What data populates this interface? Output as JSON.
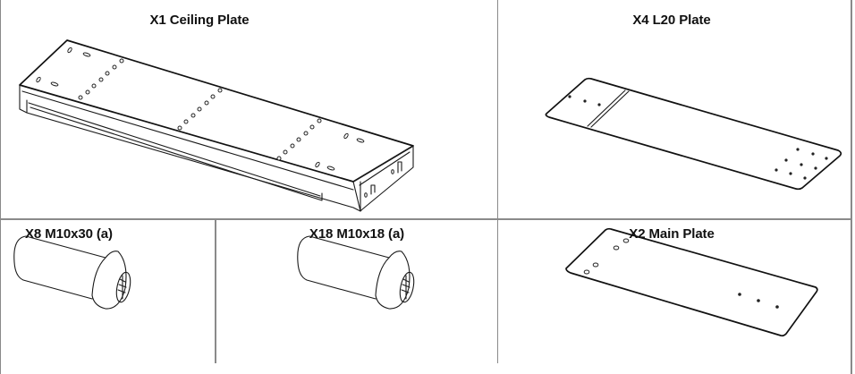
{
  "sheet": {
    "type": "parts-list",
    "colors": {
      "grid_line": "#8a8a8a",
      "ink": "#111111",
      "background": "#ffffff"
    }
  },
  "parts": [
    {
      "id": "ceiling-plate",
      "label": "X1 Ceiling Plate",
      "quantity": 1,
      "name": "Ceiling Plate",
      "icon": "ceiling-plate-drawing"
    },
    {
      "id": "l20-plate",
      "label": "X4 L20 Plate",
      "quantity": 4,
      "name": "L20 Plate",
      "icon": "l20-plate-drawing"
    },
    {
      "id": "m10x30-bolt",
      "label": "X8 M10x30 (a)",
      "quantity": 8,
      "name": "M10x30 (a)",
      "icon": "bolt-drawing"
    },
    {
      "id": "m10x18-bolt",
      "label": "X18 M10x18 (a)",
      "quantity": 18,
      "name": "M10x18 (a)",
      "icon": "bolt-drawing"
    },
    {
      "id": "main-plate",
      "label": "X2 Main Plate",
      "quantity": 2,
      "name": "Main Plate",
      "icon": "main-plate-drawing"
    }
  ]
}
